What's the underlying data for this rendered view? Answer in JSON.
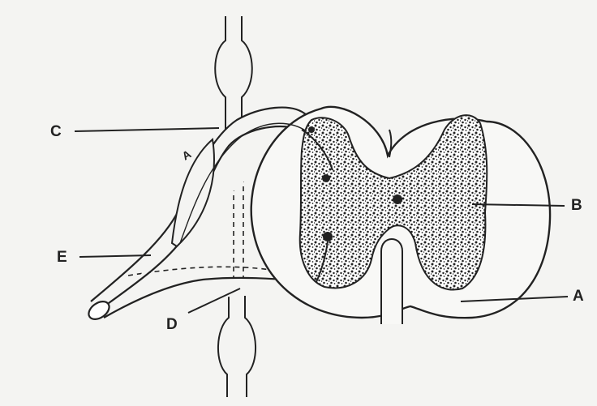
{
  "labels": {
    "a": "A",
    "b": "B",
    "c": "C",
    "d": "D",
    "e": "E"
  },
  "colors": {
    "ink": "#222222",
    "background": "#f4f4f2",
    "grey_matter_fill": "#3a3a3a"
  }
}
